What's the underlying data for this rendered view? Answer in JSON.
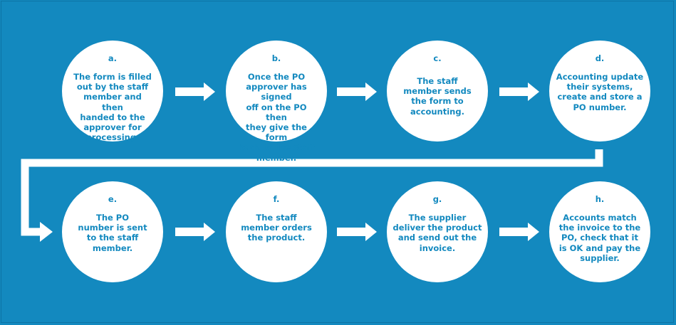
{
  "steps": [
    {
      "letter": "a.",
      "text": "The form is filled\nout by the staff\nmember and then\nhanded to the\napprover for\nprocessing."
    },
    {
      "letter": "b.",
      "text": "Once the PO\napprover has signed\noff on the PO then\nthey give the form\nback to the staff\nmember."
    },
    {
      "letter": "c.",
      "text": "The staff\nmember sends\nthe form to\naccounting."
    },
    {
      "letter": "d.",
      "text": "Accounting update\ntheir systems,\ncreate and store a\nPO number."
    },
    {
      "letter": "e.",
      "text": "The PO\nnumber is sent\nto the staff\nmember."
    },
    {
      "letter": "f.",
      "text": "The staff\nmember orders\nthe product."
    },
    {
      "letter": "g.",
      "text": "The supplier\ndeliver the product\nand send out the\ninvoice."
    },
    {
      "letter": "h.",
      "text": "Accounts match\nthe invoice to the\nPO, check that it\nis OK and pay the\nsupplier."
    }
  ],
  "colors": {
    "background": "#1389bf",
    "circle": "#ffffff",
    "text": "#1389bf",
    "arrow": "#ffffff"
  }
}
